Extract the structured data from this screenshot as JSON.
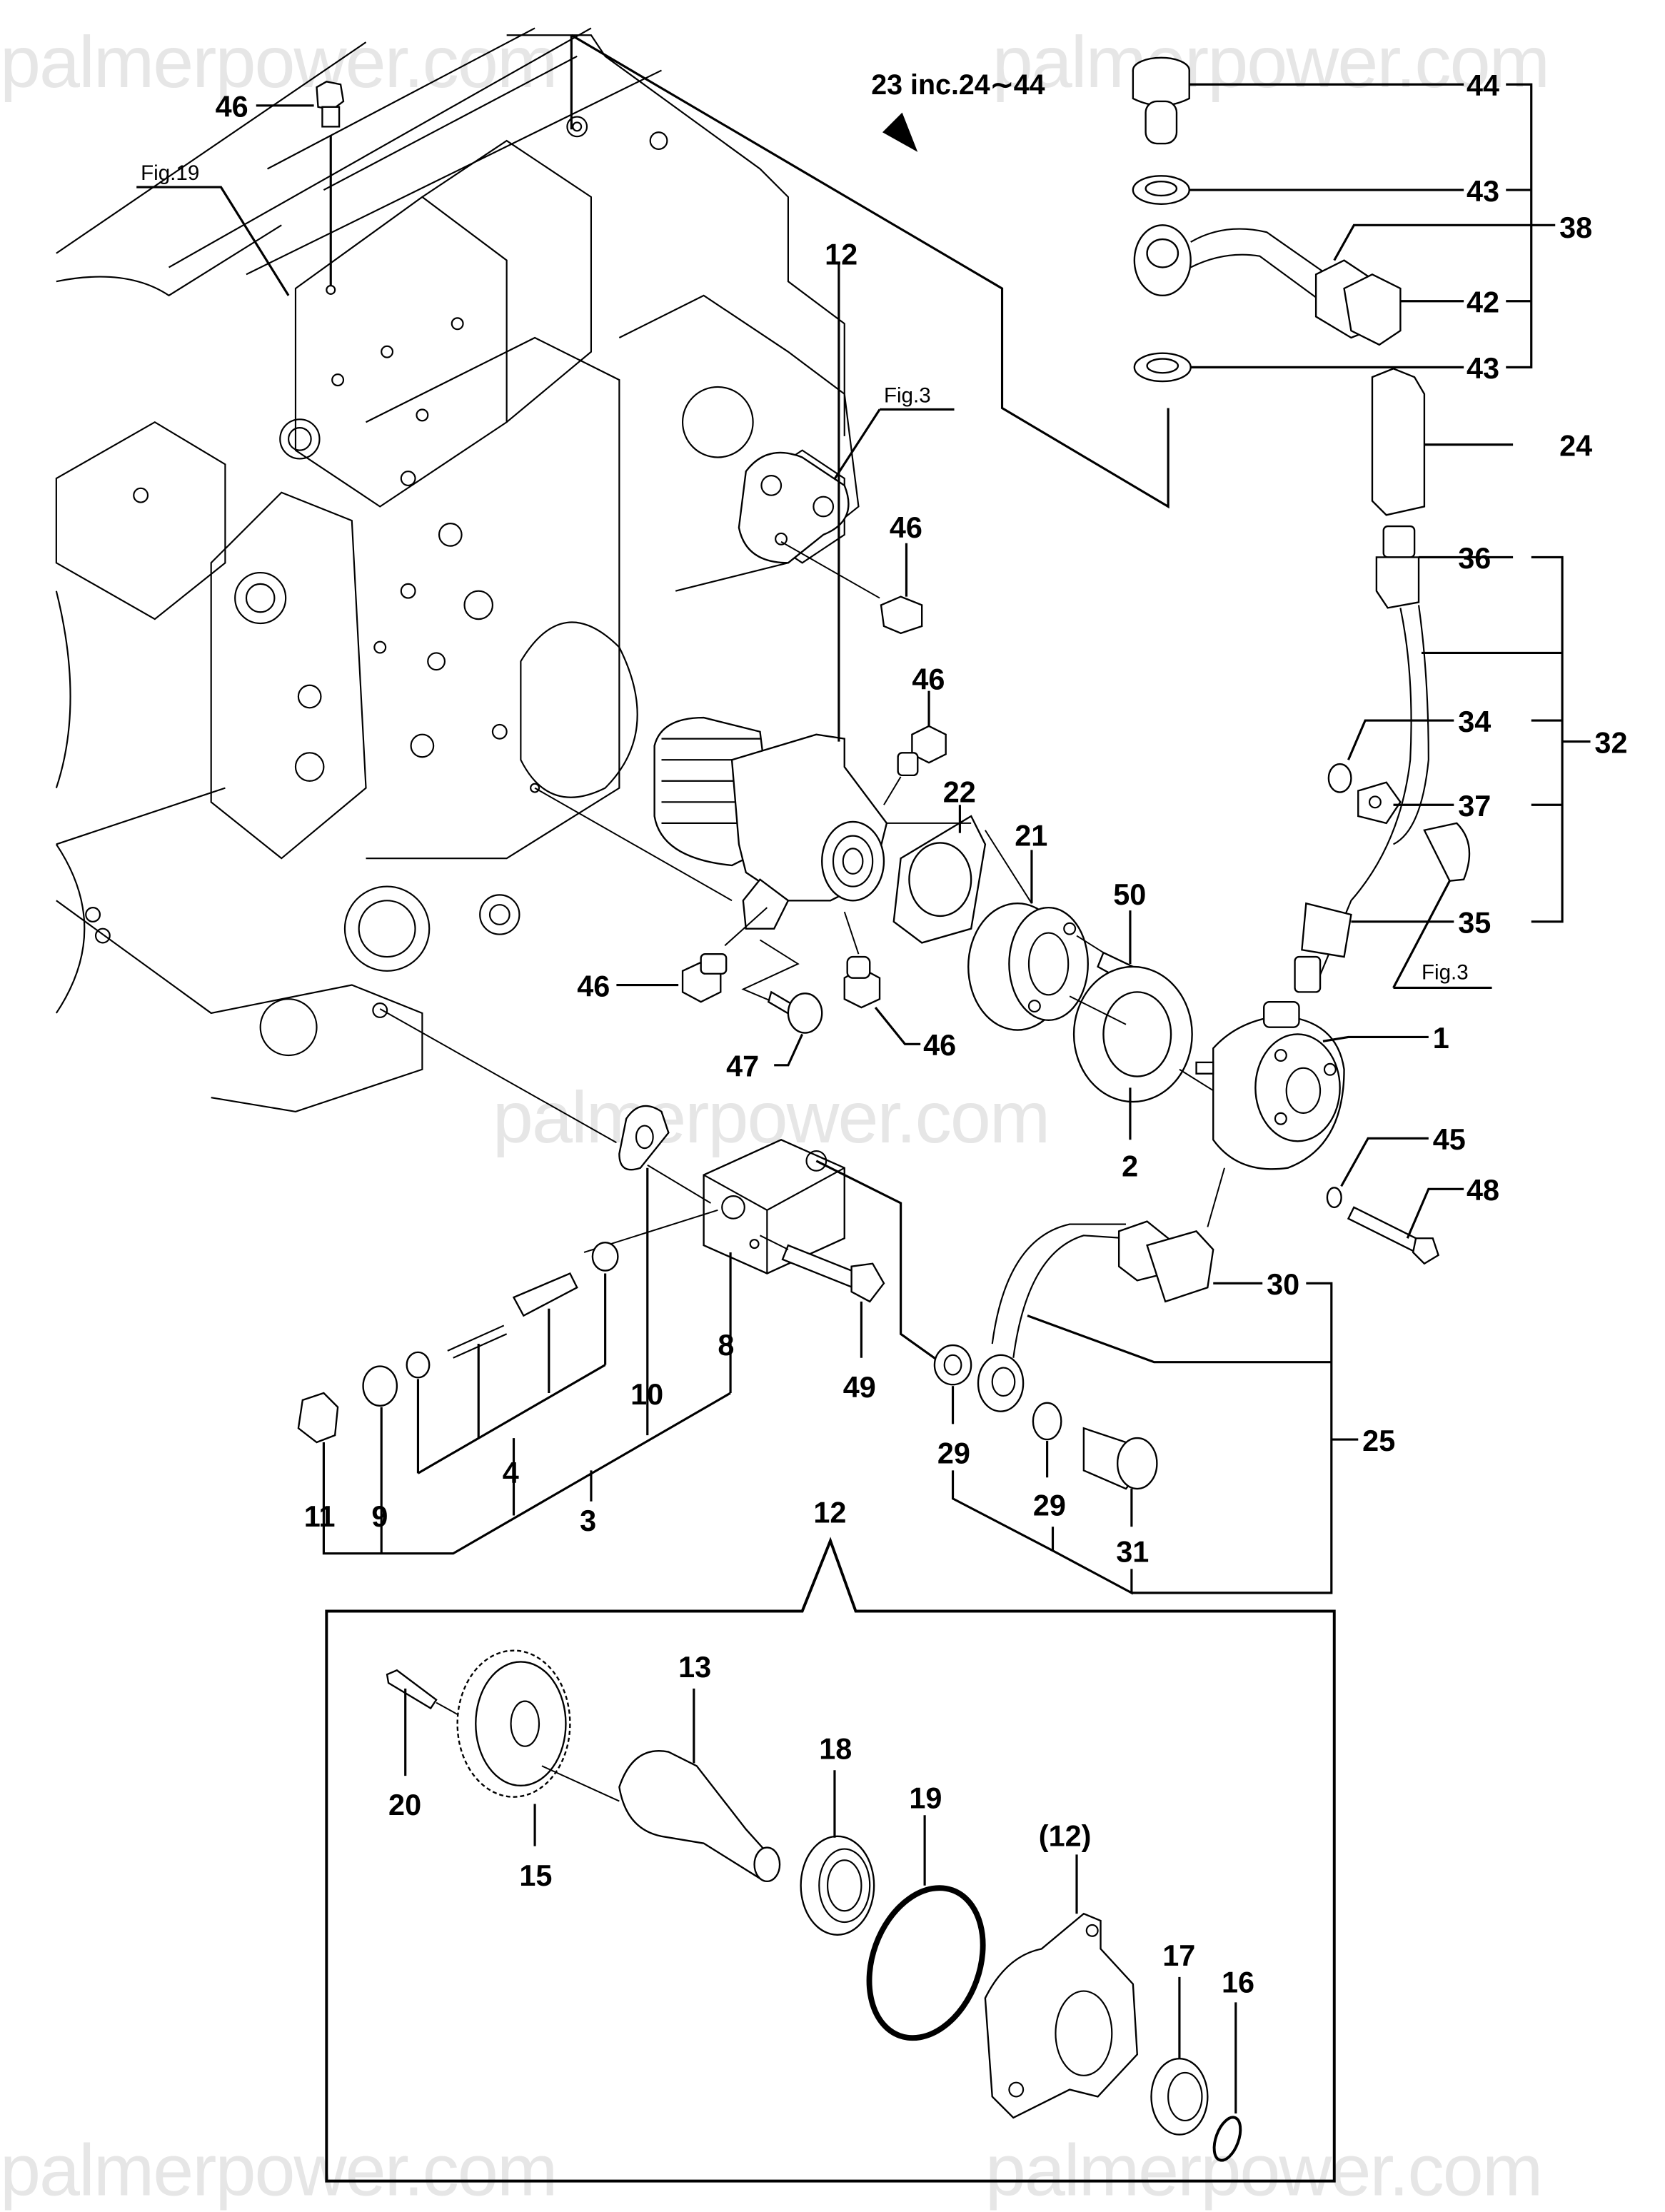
{
  "watermark": "palmerpower.com",
  "assembly_note": "23 inc.24∼44",
  "figure_refs": {
    "fig19": "Fig.19",
    "fig3_upper": "Fig.3",
    "fig3_right": "Fig.3"
  },
  "callouts": {
    "p1": "1",
    "p2": "2",
    "p3": "3",
    "p4": "4",
    "p8": "8",
    "p9": "9",
    "p10": "10",
    "p11": "11",
    "p12_top": "12",
    "p12_inset": "12",
    "p12_housing": "(12)",
    "p13": "13",
    "p15": "15",
    "p16": "16",
    "p17": "17",
    "p18": "18",
    "p19": "19",
    "p20": "20",
    "p21": "21",
    "p22": "22",
    "p24": "24",
    "p25": "25",
    "p29a": "29",
    "p29b": "29",
    "p30": "30",
    "p31": "31",
    "p32": "32",
    "p34": "34",
    "p35": "35",
    "p36": "36",
    "p37": "37",
    "p38": "38",
    "p42": "42",
    "p43a": "43",
    "p43b": "43",
    "p44": "44",
    "p45": "45",
    "p46a": "46",
    "p46b": "46",
    "p46c": "46",
    "p46d": "46",
    "p46e": "46",
    "p47": "47",
    "p48": "48",
    "p49": "49",
    "p50": "50"
  }
}
